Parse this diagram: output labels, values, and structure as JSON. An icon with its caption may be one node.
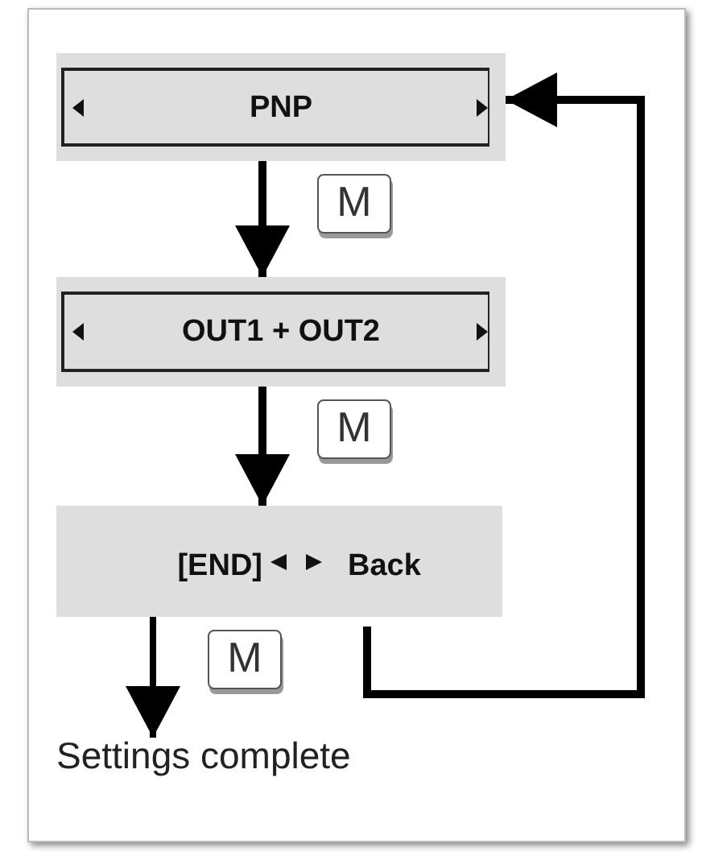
{
  "diagram": {
    "nodes": [
      {
        "text": [
          "PNP"
        ]
      },
      {
        "text": [
          "OUT1 + OUT2"
        ]
      },
      {
        "text": [
          "[END]",
          "Back"
        ]
      },
      {
        "text": [
          "Settings complete"
        ]
      }
    ],
    "edges": [
      {
        "from": 0,
        "to": 1,
        "arrow": "to",
        "label": "M"
      },
      {
        "from": 1,
        "to": 2,
        "arrow": "to",
        "label": "M"
      },
      {
        "from": 2,
        "to": 3,
        "arrow": "to",
        "label": "M"
      },
      {
        "from": 2,
        "to": 0,
        "arrow": "to"
      }
    ]
  }
}
